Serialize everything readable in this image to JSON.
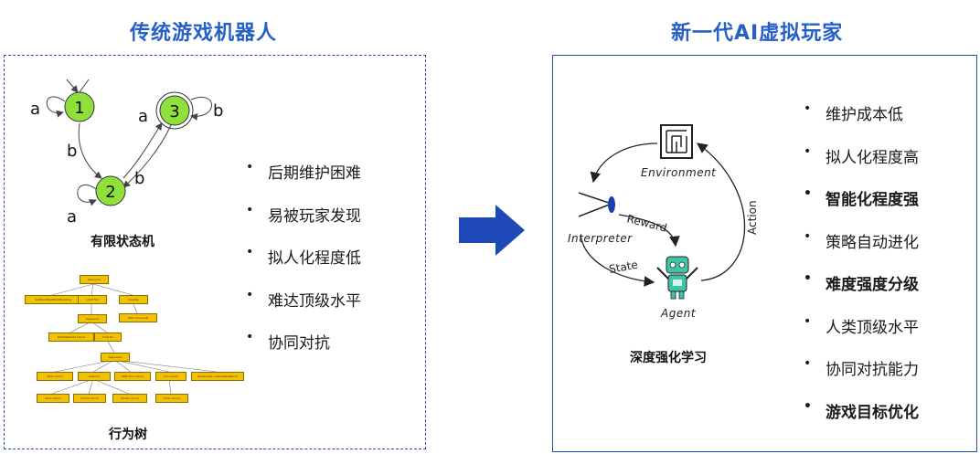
{
  "left": {
    "title": "传统游戏机器人",
    "fsm": {
      "caption": "有限状态机",
      "states": [
        "1",
        "3",
        "2"
      ],
      "transition_labels": [
        "a",
        "b",
        "a",
        "b",
        "b",
        "a"
      ]
    },
    "behavior_tree": {
      "caption": "行为树",
      "node_labels": [
        "Sequence",
        "SetDoorBlastFromBuilding",
        "Until Fail",
        "Inverter",
        "Sequence",
        "Walk (doorOut)",
        "Pop(FieldGold (door)",
        "Inverter",
        "Sequence",
        "Walk (door)",
        "Selector",
        "Walk thru (door)",
        "Succeeder",
        "SetVariable (lostOutsideDoor)",
        "Open (door)",
        "Unlock (door)",
        "Smash (door)",
        "Close (door)"
      ]
    },
    "bullets": [
      "后期维护困难",
      "易被玩家发现",
      "拟人化程度低",
      "难达顶级水平",
      "协同对抗"
    ]
  },
  "right": {
    "title": "新一代AI虚拟玩家",
    "diagram": {
      "caption": "深度强化学习",
      "environment": "Environment",
      "interpreter": "Interpreter",
      "agent": "Agent",
      "reward": "Reward",
      "state": "State",
      "action": "Action"
    },
    "bullets": [
      {
        "text": "维护成本低",
        "highlight": false
      },
      {
        "text": "拟人化程度高",
        "highlight": false
      },
      {
        "text": "智能化程度强",
        "highlight": true
      },
      {
        "text": "策略自动进化",
        "highlight": false
      },
      {
        "text": "难度强度分级",
        "highlight": true
      },
      {
        "text": "人类顶级水平",
        "highlight": false
      },
      {
        "text": "协同对抗能力",
        "highlight": false
      },
      {
        "text": "游戏目标优化",
        "highlight": true
      }
    ]
  },
  "colors": {
    "title_blue": "#2460c8",
    "border_blue": "#2a4aa8",
    "fsm_state_green": "#8fe03c",
    "bt_node_yellow": "#f2c200",
    "arrow_blue": "#1f49b8",
    "robot_teal": "#3fc4a8"
  }
}
